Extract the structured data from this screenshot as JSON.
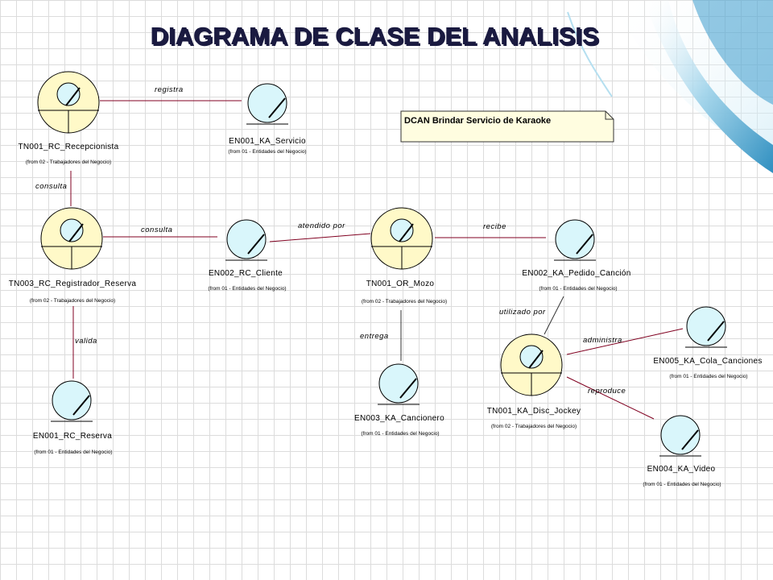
{
  "title": "DIAGRAMA DE CLASE DEL ANALISIS",
  "note": "DCAN Brindar Servicio de Karaoke",
  "colors": {
    "worker_fill": "#fff9c8",
    "entity_fill": "#d9f6fb",
    "outline": "#000000",
    "association": "#800020",
    "title": "#1a1a40",
    "note_fill": "#fffde0"
  },
  "classes": [
    {
      "id": "tn001_rc",
      "kind": "worker",
      "name": "TN001_RC_Recepcionista",
      "source": "(from 02 - Trabajadores del Negocio)"
    },
    {
      "id": "en001_ka",
      "kind": "entity",
      "name": "EN001_KA_Servicio",
      "source": "(from 01 - Entidades del Negocio)"
    },
    {
      "id": "tn003_rc",
      "kind": "worker",
      "name": "TN003_RC_Registrador_Reserva",
      "source": "(from 02 - Trabajadores del Negocio)"
    },
    {
      "id": "en002_rc",
      "kind": "entity",
      "name": "EN002_RC_Cliente",
      "source": "(from 01 - Entidades del Negocio)"
    },
    {
      "id": "tn001_or",
      "kind": "worker",
      "name": "TN001_OR_Mozo",
      "source": "(from 02 - Trabajadores del Negocio)"
    },
    {
      "id": "en002_ka",
      "kind": "entity",
      "name": "EN002_KA_Pedido_Canción",
      "source": "(from 01 - Entidades del Negocio)"
    },
    {
      "id": "en005_ka",
      "kind": "entity",
      "name": "EN005_KA_Cola_Canciones",
      "source": "(from 01 - Entidades del Negocio)"
    },
    {
      "id": "tn001_ka",
      "kind": "worker",
      "name": "TN001_KA_Disc_Jockey",
      "source": "(from 02 - Trabajadores del Negocio)"
    },
    {
      "id": "en004_ka",
      "kind": "entity",
      "name": "EN004_KA_Video",
      "source": "(from 01 - Entidades del Negocio)"
    },
    {
      "id": "en003_ka",
      "kind": "entity",
      "name": "EN003_KA_Cancionero",
      "source": "(from 01 - Entidades del Negocio)"
    },
    {
      "id": "en001_rc",
      "kind": "entity",
      "name": "EN001_RC_Reserva",
      "source": "(from 01 - Entidades del Negocio)"
    }
  ],
  "associations": [
    {
      "id": "a_registra",
      "from": "tn001_rc",
      "to": "en001_ka",
      "label": "registra"
    },
    {
      "id": "a_consulta1",
      "from": "tn001_rc",
      "to": "tn003_rc",
      "label": "consulta"
    },
    {
      "id": "a_consulta2",
      "from": "tn003_rc",
      "to": "en002_rc",
      "label": "consulta"
    },
    {
      "id": "a_valida",
      "from": "tn003_rc",
      "to": "en001_rc",
      "label": "valida"
    },
    {
      "id": "a_atendido",
      "from": "en002_rc",
      "to": "tn001_or",
      "label": "atendido por"
    },
    {
      "id": "a_recibe",
      "from": "tn001_or",
      "to": "en002_ka",
      "label": "recibe"
    },
    {
      "id": "a_entrega",
      "from": "tn001_or",
      "to": "en003_ka",
      "label": "entrega"
    },
    {
      "id": "a_utilizado",
      "from": "en002_ka",
      "to": "tn001_ka",
      "label": "utilizado por"
    },
    {
      "id": "a_administra",
      "from": "tn001_ka",
      "to": "en005_ka",
      "label": "administra"
    },
    {
      "id": "a_reproduce",
      "from": "tn001_ka",
      "to": "en004_ka",
      "label": "reproduce"
    }
  ]
}
